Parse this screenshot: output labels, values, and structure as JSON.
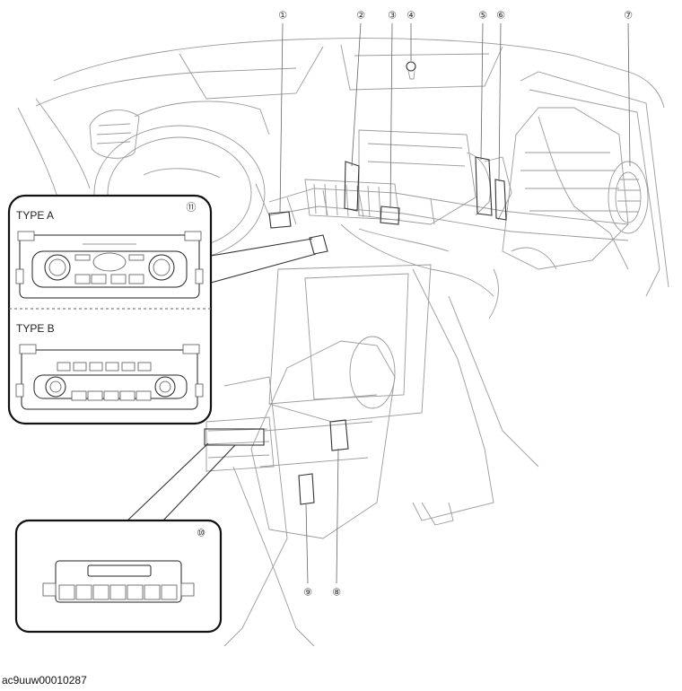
{
  "callouts": [
    {
      "id": "1",
      "label": "①"
    },
    {
      "id": "2",
      "label": "②"
    },
    {
      "id": "3",
      "label": "③"
    },
    {
      "id": "4",
      "label": "④"
    },
    {
      "id": "5",
      "label": "⑤"
    },
    {
      "id": "6",
      "label": "⑥"
    },
    {
      "id": "7",
      "label": "⑦"
    },
    {
      "id": "8",
      "label": "⑧"
    },
    {
      "id": "9",
      "label": "⑨"
    },
    {
      "id": "10",
      "label": "⑩"
    },
    {
      "id": "11",
      "label": "⑪"
    }
  ],
  "panel_upper": {
    "type_a_label": "TYPE A",
    "type_b_label": "TYPE B"
  },
  "document_code": "ac9uuw00010287"
}
